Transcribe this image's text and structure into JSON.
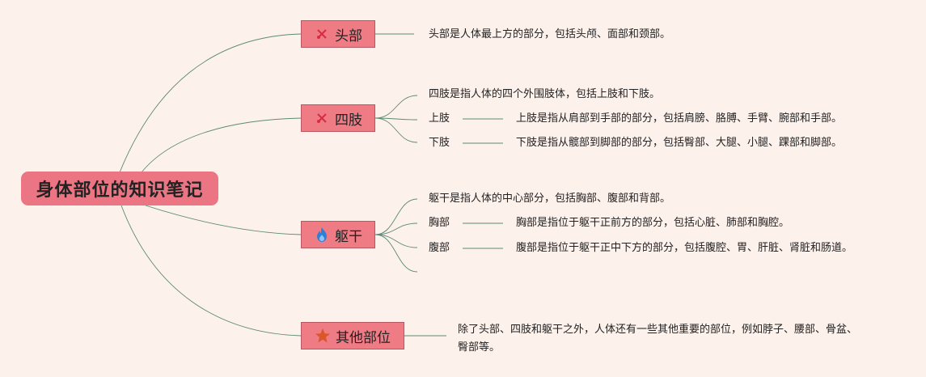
{
  "root": {
    "title": "身体部位的知识笔记"
  },
  "branches": [
    {
      "label": "头部",
      "icon": "tools-icon",
      "description": "头部是人体最上方的部分，包括头颅、面部和颈部。"
    },
    {
      "label": "四肢",
      "icon": "tools-icon",
      "description": "四肢是指人体的四个外围肢体，包括上肢和下肢。",
      "children": [
        {
          "label": "上肢",
          "detail": "上肢是指从肩部到手部的部分，包括肩膀、胳膊、手臂、腕部和手部。"
        },
        {
          "label": "下肢",
          "detail": "下肢是指从髋部到脚部的部分，包括臀部、大腿、小腿、踝部和脚部。"
        }
      ]
    },
    {
      "label": "躯干",
      "icon": "fire-icon",
      "description": "躯干是指人体的中心部分，包括胸部、腹部和背部。",
      "children": [
        {
          "label": "胸部",
          "detail": "胸部是指位于躯干正前方的部分，包括心脏、肺部和胸腔。"
        },
        {
          "label": "腹部",
          "detail": "腹部是指位于躯干正中下方的部分，包括腹腔、胃、肝脏、肾脏和肠道。"
        }
      ]
    },
    {
      "label": "其他部位",
      "icon": "star-icon",
      "description": "除了头部、四肢和躯干之外，人体还有一些其他重要的部位，例如脖子、腰部、骨盆、臀部等。"
    }
  ],
  "colors": {
    "background": "#fdf1ec",
    "node_fill": "#ef7b85",
    "root_fill": "#ec7583",
    "line": "#5b8a74"
  }
}
